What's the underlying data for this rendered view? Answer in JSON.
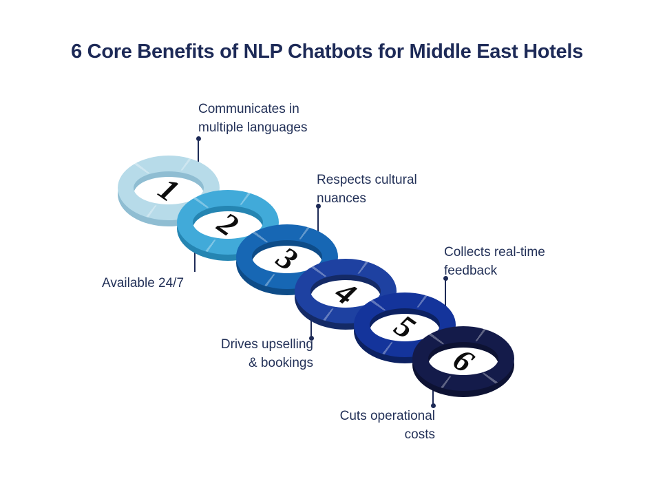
{
  "title": "6 Core Benefits of NLP Chatbots for Middle East Hotels",
  "steps": [
    {
      "number": "1",
      "benefit": "Communicates in multiple languages",
      "lines": [
        "Communicates in",
        "multiple languages"
      ],
      "ring_color": "#b7dbe9",
      "ring_side_color": "#8fbdd2"
    },
    {
      "number": "2",
      "benefit": "Available 24/7",
      "lines": [
        "Available 24/7"
      ],
      "ring_color": "#41aad9",
      "ring_side_color": "#2585b2"
    },
    {
      "number": "3",
      "benefit": "Respects cultural nuances",
      "lines": [
        "Respects cultural",
        "nuances"
      ],
      "ring_color": "#1767b4",
      "ring_side_color": "#0e4c88"
    },
    {
      "number": "4",
      "benefit": "Drives upselling & bookings",
      "lines": [
        "Drives upselling",
        "& bookings"
      ],
      "ring_color": "#1e41a1",
      "ring_side_color": "#142a66"
    },
    {
      "number": "5",
      "benefit": "Collects real-time feedback",
      "lines": [
        "Collects real-time",
        "feedback"
      ],
      "ring_color": "#14349b",
      "ring_side_color": "#0c2161"
    },
    {
      "number": "6",
      "benefit": "Cuts operational costs",
      "lines": [
        "Cuts operational",
        "costs"
      ],
      "ring_color": "#141b4a",
      "ring_side_color": "#0d1233"
    }
  ],
  "colors": {
    "background": "#ffffff",
    "title_text": "#1d2a57",
    "label_text": "#233158",
    "connector": "#1d2a56",
    "number_text": "#0d0d0d"
  }
}
